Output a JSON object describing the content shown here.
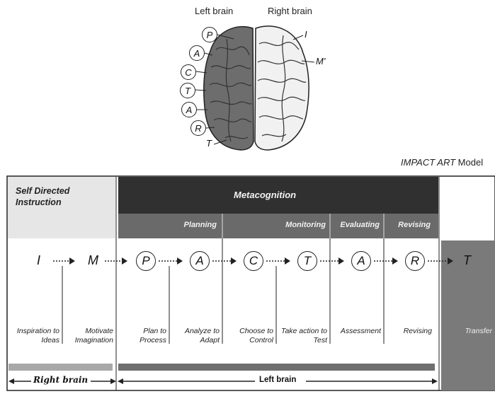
{
  "brain": {
    "left_label": "Left brain",
    "right_label": "Right brain",
    "left_letters": [
      "P",
      "A",
      "C",
      "T",
      "A",
      "R"
    ],
    "last_letter": "T",
    "right_letters": [
      "I",
      "M'"
    ]
  },
  "caption": {
    "italic": "IMPACT ART",
    "rest": "Model"
  },
  "model": {
    "self_directed": "Self Directed Instruction",
    "metacognition": "Metacognition",
    "phases": [
      "Planning",
      "Monitoring",
      "Evaluating",
      "Revising"
    ],
    "steps": [
      {
        "letter": "I",
        "label": "Inspiration to Ideas"
      },
      {
        "letter": "M",
        "label": "Motivate Imagination"
      },
      {
        "letter": "P",
        "label": "Plan to Process"
      },
      {
        "letter": "A",
        "label": "Analyze to Adapt"
      },
      {
        "letter": "C",
        "label": "Choose to Control"
      },
      {
        "letter": "T",
        "label": "Take action to Test"
      },
      {
        "letter": "A",
        "label": "Assessment"
      },
      {
        "letter": "R",
        "label": "Revising"
      },
      {
        "letter": "T",
        "label": "Transfer"
      }
    ],
    "right_brain_label": "Right brain",
    "left_brain_label": "Left brain"
  }
}
